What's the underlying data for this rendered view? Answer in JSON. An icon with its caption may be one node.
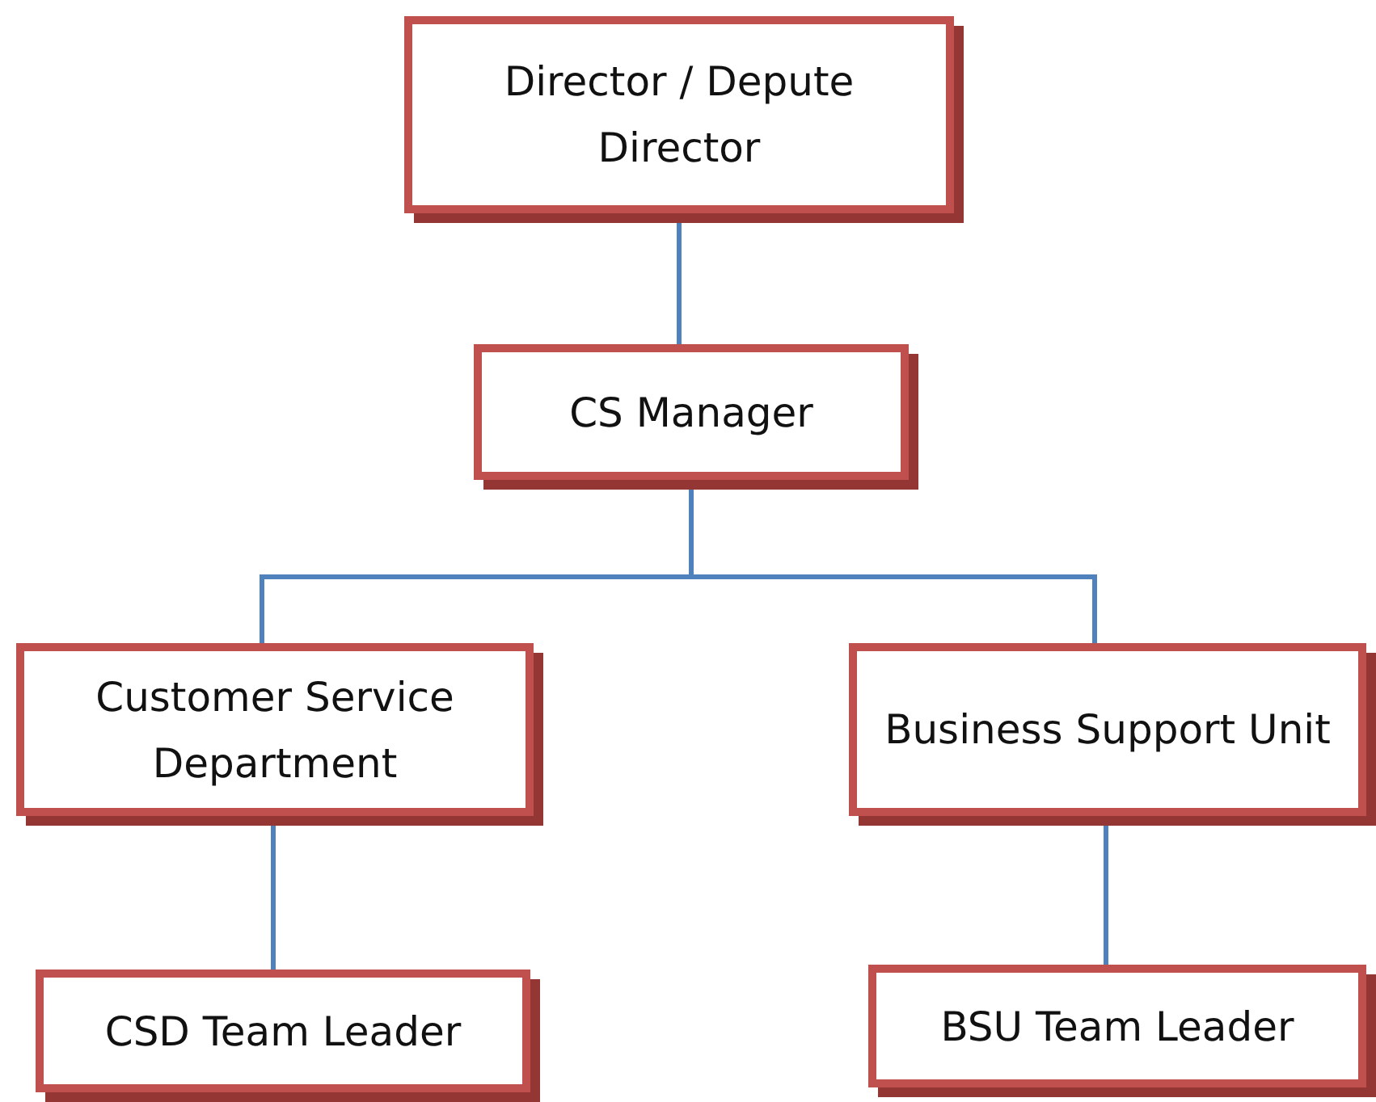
{
  "diagram": {
    "nodes": [
      {
        "text": [
          "Director / Depute Director"
        ]
      },
      {
        "text": [
          "CS Manager"
        ]
      },
      {
        "text": [
          "Customer Service Department"
        ]
      },
      {
        "text": [
          "Business Support Unit"
        ]
      },
      {
        "text": [
          "CSD Team Leader"
        ]
      },
      {
        "text": [
          "BSU Team Leader"
        ]
      }
    ],
    "edges": [
      {
        "from": 0,
        "to": 1,
        "arrow": "none"
      },
      {
        "from": 1,
        "to": 2,
        "arrow": "none"
      },
      {
        "from": 1,
        "to": 3,
        "arrow": "none"
      },
      {
        "from": 2,
        "to": 4,
        "arrow": "none"
      },
      {
        "from": 3,
        "to": 5,
        "arrow": "none"
      }
    ]
  }
}
